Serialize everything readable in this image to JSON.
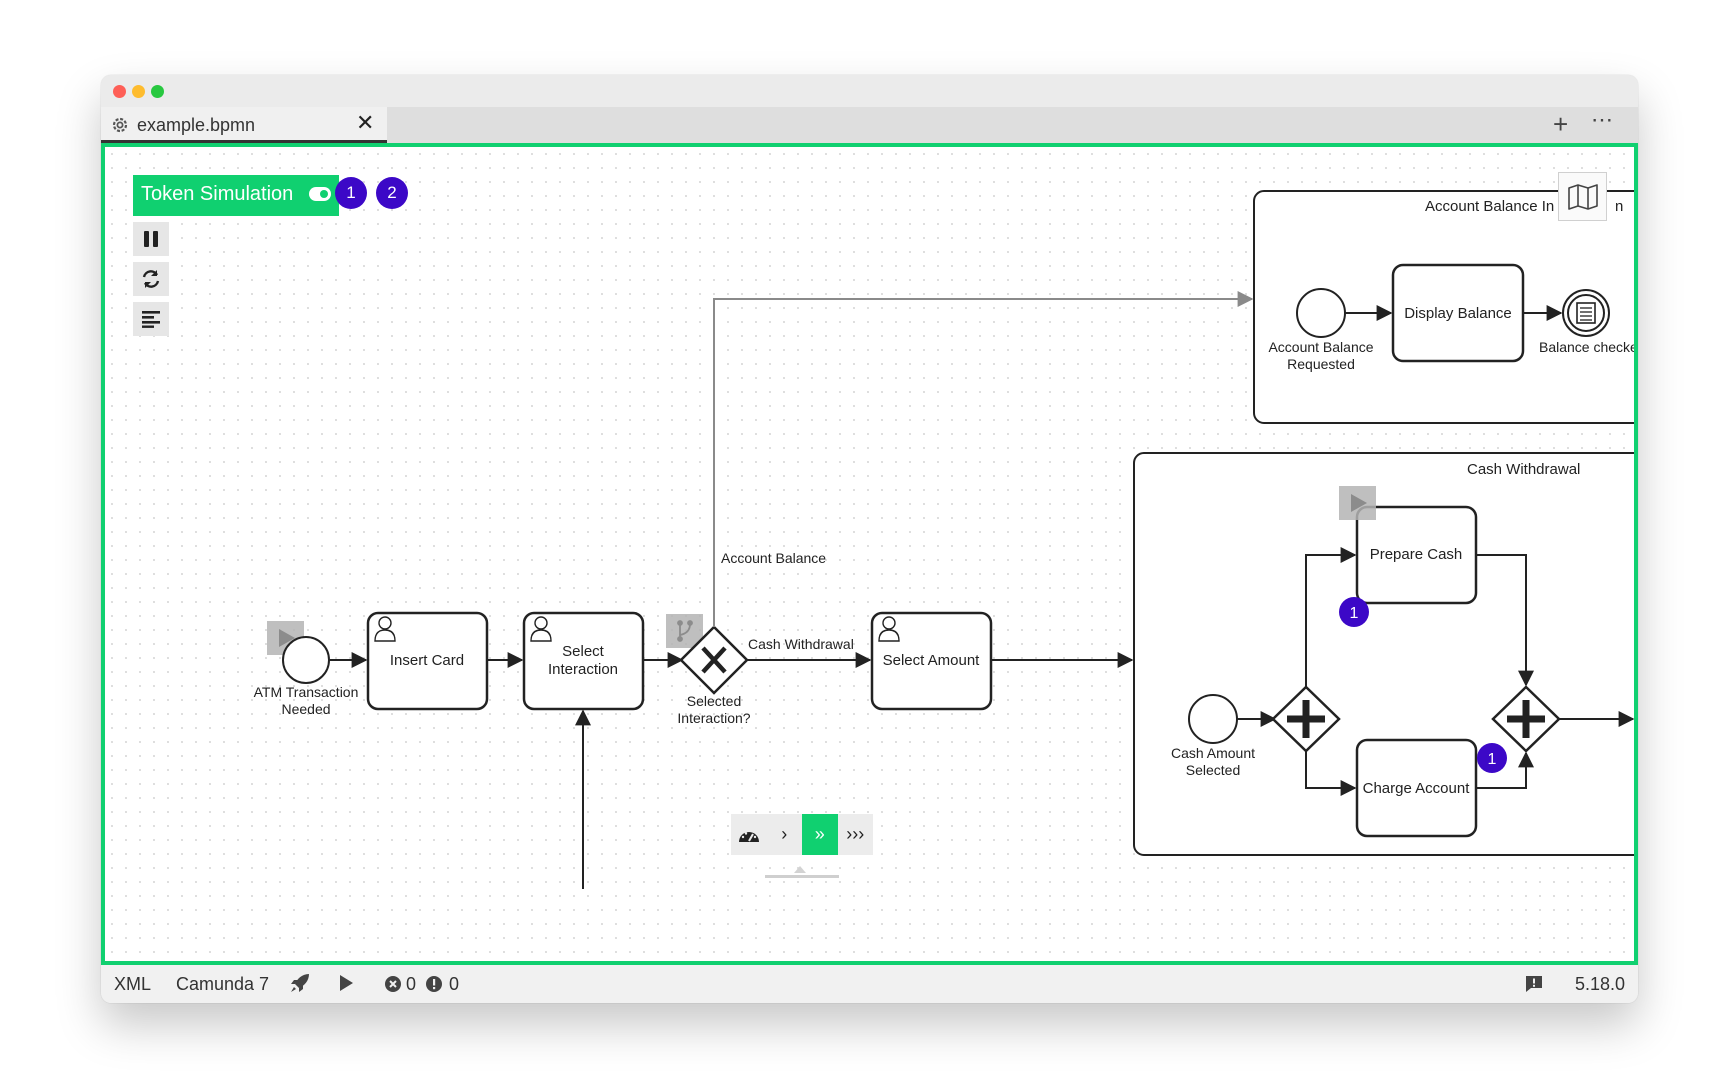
{
  "window": {
    "tab_title": "example.bpmn",
    "tab_close": "✕",
    "new_tab": "+",
    "more": "⋯"
  },
  "colors": {
    "accent": "#10d070",
    "token": "#3c08c7",
    "stroke": "#222222",
    "flow_grey": "#8a8a8a"
  },
  "simulation": {
    "toggle_label": "Token Simulation",
    "badges": [
      "1",
      "2"
    ],
    "controls": [
      "pause-icon",
      "reset-icon",
      "log-icon"
    ],
    "speed_options": [
      "gauge-icon",
      "›",
      "»",
      "›››"
    ],
    "active_speed": "»"
  },
  "diagram": {
    "start_event_label_1": "ATM Transaction",
    "start_event_label_2": "Needed",
    "task_insert_card": "Insert Card",
    "task_select_interaction_1": "Select",
    "task_select_interaction_2": "Interaction",
    "gateway_label_1": "Selected",
    "gateway_label_2": "Interaction?",
    "flow_account_balance": "Account Balance",
    "flow_cash_withdrawal": "Cash Withdrawal",
    "task_select_amount": "Select Amount",
    "sub_balance_title": "Account Balance In",
    "sub_balance_title_tail": "n",
    "balance_start_1": "Account Balance",
    "balance_start_2": "Requested",
    "task_display_balance": "Display Balance",
    "balance_end": "Balance checke",
    "sub_cash_title": "Cash Withdrawal",
    "cash_start_1": "Cash Amount",
    "cash_start_2": "Selected",
    "task_prepare_cash": "Prepare Cash",
    "task_charge_account": "Charge Account",
    "token_prepare": "1",
    "token_join": "1"
  },
  "statusbar": {
    "xml": "XML",
    "engine": "Camunda 7",
    "errors": "0",
    "warnings": "0",
    "version": "5.18.0"
  }
}
